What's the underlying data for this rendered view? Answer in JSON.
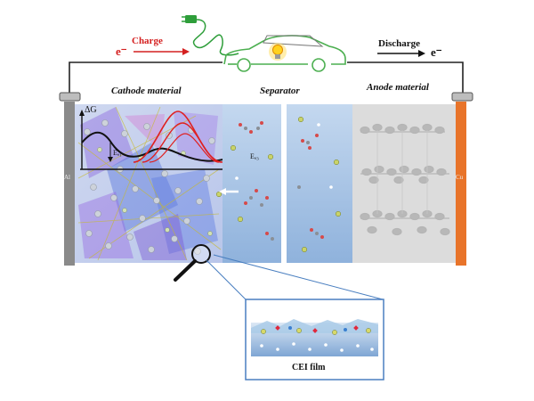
{
  "labels": {
    "charge": "Charge",
    "discharge": "Discharge",
    "electron_left": "e⁻",
    "electron_right": "e⁻",
    "cathode": "Cathode material",
    "separator": "Separator",
    "anode": "Anode material",
    "delta_g": "ΔG",
    "ea_left": "Eₐ₁",
    "ea_right": "Eₐ₃",
    "al": "Al",
    "cu": "Cu",
    "cei": "CEI film"
  },
  "colors": {
    "charge_red": "#d42020",
    "plug_green": "#2e9e3a",
    "collector_orange": "#e8742a",
    "collector_gray": "#8a8a8a",
    "electrolyte_blue": "#a9c6e6"
  }
}
